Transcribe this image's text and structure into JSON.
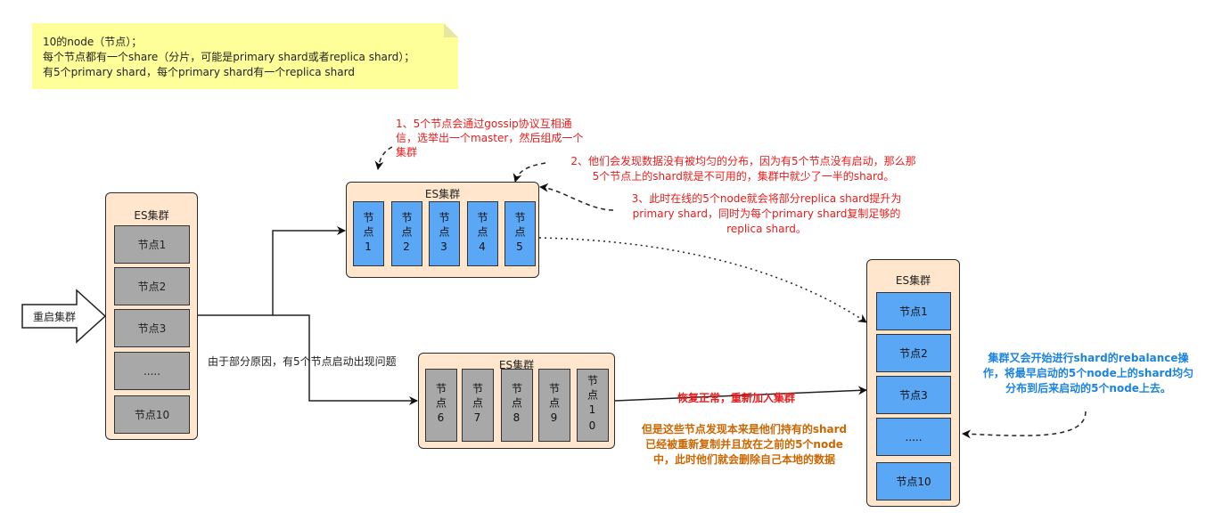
{
  "note": {
    "lines": [
      "10的node（节点）；",
      "每个节点都有一个share（分片，可能是primary shard或者replica shard）；",
      "有5个primary shard，每个primary shard有一个replica shard"
    ]
  },
  "restart_label": "重启集群",
  "left_cluster": {
    "title": "ES集群",
    "nodes": [
      "节点1",
      "节点2",
      "节点3",
      ".....",
      "节点10"
    ]
  },
  "top_cluster": {
    "title": "ES集群",
    "nodes": [
      "节点1",
      "节点2",
      "节点3",
      "节点4",
      "节点5"
    ]
  },
  "bottom_cluster": {
    "title": "ES集群",
    "nodes": [
      "节点6",
      "节点7",
      "节点8",
      "节点9",
      "节点10"
    ]
  },
  "right_cluster": {
    "title": "ES集群",
    "nodes": [
      "节点1",
      "节点2",
      "节点3",
      ".....",
      "节点10"
    ]
  },
  "annotations": {
    "step1": [
      "1、5个节点会通过gossip协议互相通",
      "信，选举出一个master，然后组成一个",
      "集群"
    ],
    "step2": [
      "2、他们会发现数据没有被均匀的分布，因为有5个节点没有启动，那么那",
      "5个节点上的shard就是不可用的，集群中就少了一半的shard。"
    ],
    "step3": [
      "3、此时在线的5个node就会将部分replica shard提升为",
      "primary shard，同时为每个primary shard复制足够的",
      "replica shard。"
    ],
    "problem": "由于部分原因，有5个节点启动出现问题",
    "recover": "恢复正常，重新加入集群",
    "delete": [
      "但是这些节点发现本来是他们持有的shard",
      "已经被重新复制并且放在之前的5个node",
      "中，此时他们就会删除自己本地的数据"
    ],
    "rebalance": [
      "集群又会开始进行shard的rebalance操",
      "作，将最早启动的5个node上的shard均匀",
      "分布到后来启动的5个node上去。"
    ]
  },
  "colors": {
    "note_bg": "#ffff99",
    "cluster_bg": "#ffe6cc",
    "node_gray": "#a8a8a8",
    "node_blue": "#59a7f5",
    "red_text": "#e81c1c",
    "orange_text": "#cc6600",
    "blue_text": "#1b83e0"
  }
}
